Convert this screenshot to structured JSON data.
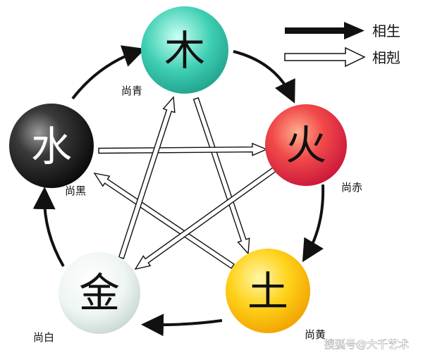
{
  "elements": {
    "wood": {
      "char": "木",
      "label": "尚青"
    },
    "fire": {
      "char": "火",
      "label": "尚赤"
    },
    "earth": {
      "char": "土",
      "label": "尚黄"
    },
    "metal": {
      "char": "金",
      "label": "尚白"
    },
    "water": {
      "char": "水",
      "label": "尚黑"
    }
  },
  "legend": {
    "generating": "相生",
    "overcoming": "相剋"
  },
  "watermark": "搜狐号@大千艺术",
  "colors": {
    "wood": "#3ecfb3",
    "fire": "#ee2b3f",
    "earth": "#ffc400",
    "metal": "#e6f0ec",
    "water": "#111111",
    "arrow": "#111111"
  }
}
